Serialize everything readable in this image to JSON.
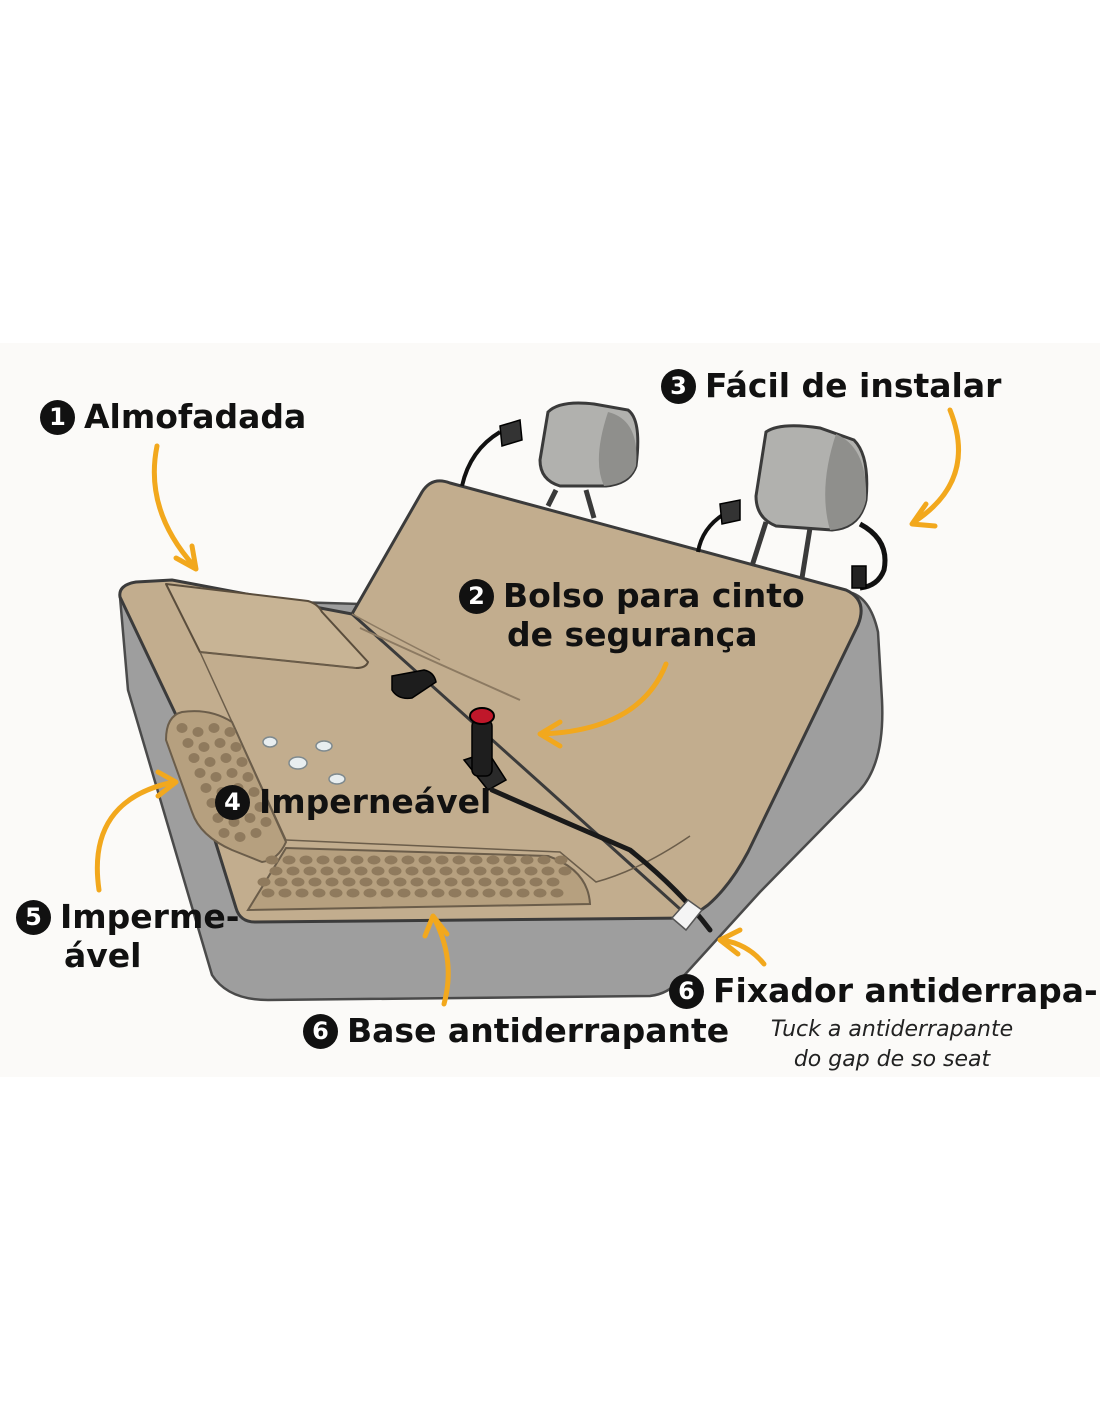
{
  "colors": {
    "arrow": "#f2a81d",
    "fabric": "#c2ad8e",
    "fabric_dark": "#b29d7f",
    "rubber_base": "#9e9e9e",
    "headrest": "#b1b1ae",
    "text": "#111111"
  },
  "callouts": [
    {
      "number": "1",
      "label": "Almofadada"
    },
    {
      "number": "2",
      "label_lines": [
        "Bolso para cinto",
        "de segurança"
      ]
    },
    {
      "number": "3",
      "label": "Fácil de instalar"
    },
    {
      "number": "4",
      "label": "Imperneável"
    },
    {
      "number": "5",
      "label_lines": [
        "Imperme-",
        "ável"
      ]
    },
    {
      "number": "6",
      "label": "Base antiderrapante"
    },
    {
      "number": "6",
      "label": "Fixador antiderrapa-",
      "note_lines": [
        "Tuck a antiderrapante",
        "do gap de so seat"
      ]
    }
  ],
  "icons": {
    "arrow": "curved-arrow-icon",
    "headrest": "headrest-icon",
    "seatbelt_buckle": "seatbelt-buckle-icon",
    "strap_hook": "strap-hook-icon",
    "water_droplet": "water-droplet-icon"
  }
}
